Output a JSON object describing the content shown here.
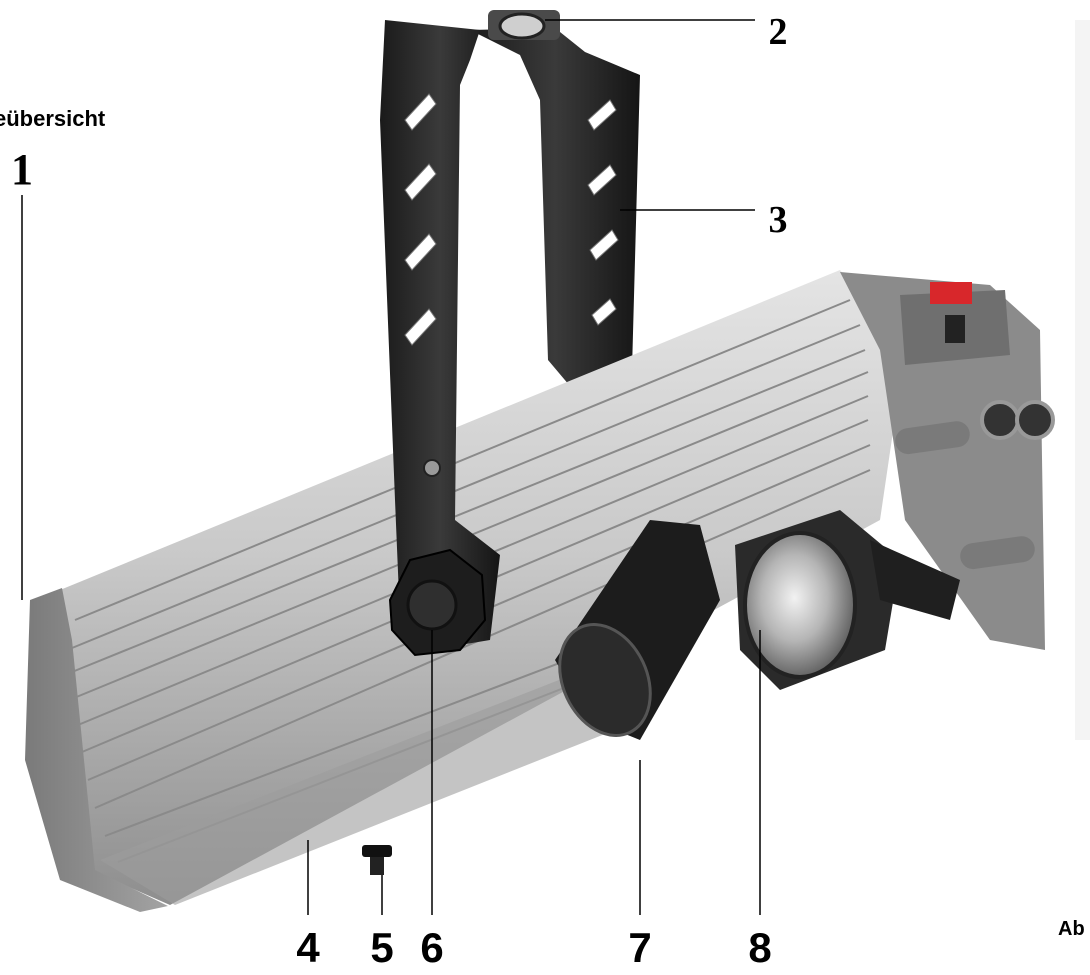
{
  "document": {
    "heading": "eübersicht",
    "figure_label": "Ab"
  },
  "callouts": [
    "1",
    "2",
    "3",
    "4",
    "5",
    "6",
    "7",
    "8"
  ]
}
